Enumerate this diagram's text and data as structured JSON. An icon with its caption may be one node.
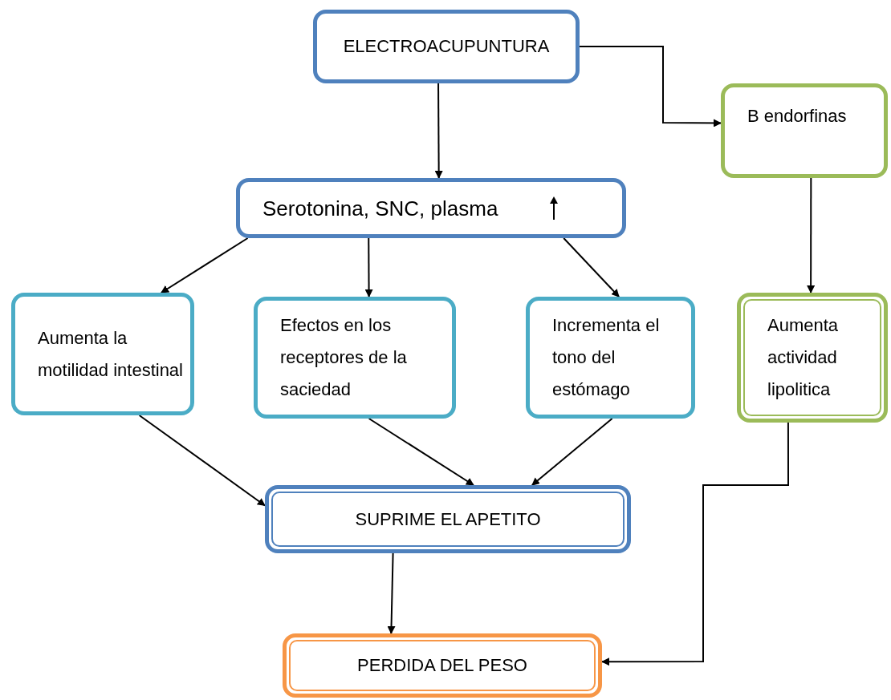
{
  "diagram": {
    "nodes": [
      {
        "text": [
          "ELECTROACUPUNTURA"
        ]
      },
      {
        "text": [
          "B endorfinas"
        ]
      },
      {
        "text": [
          "Serotonina, SNC, plasma"
        ]
      },
      {
        "text": [
          "Aumenta la motilidad intestinal"
        ]
      },
      {
        "text": [
          "Efectos en los receptores de la saciedad"
        ]
      },
      {
        "text": [
          "Incrementa el tono del estómago"
        ]
      },
      {
        "text": [
          "Aumenta actividad lipolitica"
        ]
      },
      {
        "text": [
          "SUPRIME EL APETITO"
        ]
      },
      {
        "text": [
          "PERDIDA DEL PESO"
        ]
      }
    ],
    "edges": [
      {
        "from": 0,
        "to": 2,
        "arrow": "to"
      },
      {
        "from": 0,
        "to": 1,
        "arrow": "to"
      },
      {
        "from": 1,
        "to": 6,
        "arrow": "to"
      },
      {
        "from": 2,
        "to": 3,
        "arrow": "to"
      },
      {
        "from": 2,
        "to": 4,
        "arrow": "to"
      },
      {
        "from": 2,
        "to": 5,
        "arrow": "to"
      },
      {
        "from": 3,
        "to": 7,
        "arrow": "to"
      },
      {
        "from": 4,
        "to": 7,
        "arrow": "to"
      },
      {
        "from": 5,
        "to": 7,
        "arrow": "to"
      },
      {
        "from": 7,
        "to": 8,
        "arrow": "to"
      },
      {
        "from": 6,
        "to": 8,
        "arrow": "to"
      }
    ]
  }
}
